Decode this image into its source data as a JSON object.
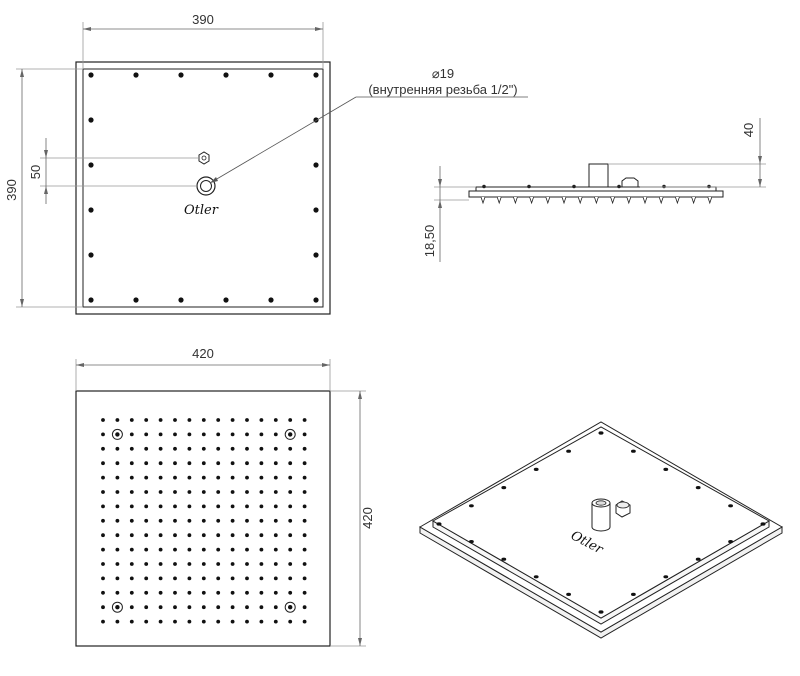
{
  "top_view": {
    "width_label": "390",
    "height_label": "390",
    "spacing_label": "50",
    "diameter_label": "⌀19",
    "thread_label": "(внутренняя резьба 1/2\")",
    "logo_text": "Otler"
  },
  "side_view": {
    "arm_height_label": "40",
    "panel_height_label": "18,50"
  },
  "bottom_view": {
    "width_label": "420",
    "height_label": "420",
    "nozzle_grid": "15x15"
  },
  "iso_view": {
    "logo_text": "Otler"
  }
}
